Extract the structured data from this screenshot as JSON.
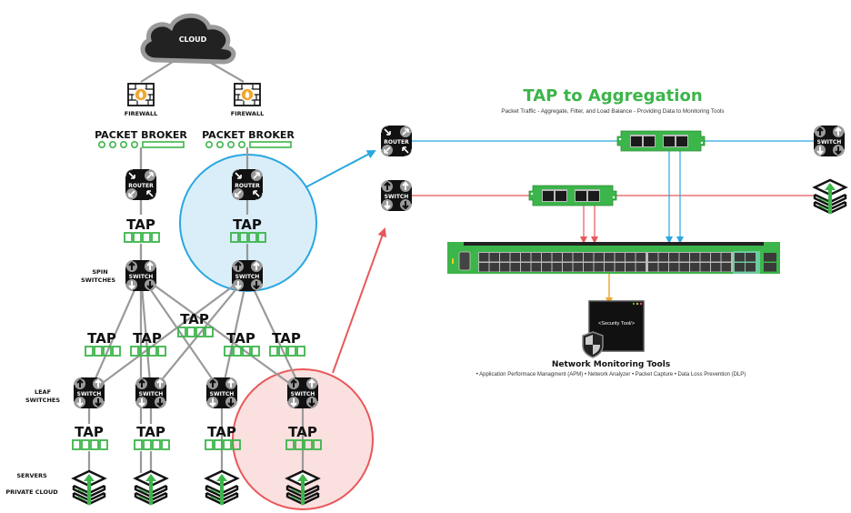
{
  "colors": {
    "green": "#3cb54a",
    "blue": "#2aa7e0",
    "red": "#e8585a",
    "orange": "#f0a830",
    "dark": "#111111",
    "gray": "#9a9a9a",
    "blue_fill": "#d9eef9",
    "red_fill": "#fbe0e0"
  },
  "left": {
    "cloud_label": "CLOUD",
    "firewalls": [
      {
        "label": "FIREWALL"
      },
      {
        "label": "FIREWALL"
      }
    ],
    "packet_brokers": [
      {
        "label": "PACKET BROKER"
      },
      {
        "label": "PACKET BROKER"
      }
    ],
    "routers": [
      {
        "label": "ROUTER"
      },
      {
        "label": "ROUTER"
      }
    ],
    "tap_label": "TAP",
    "switch_label": "SWITCH",
    "spin_switches_label": [
      "SPIN",
      "SWITCHES"
    ],
    "leaf_switches_label": [
      "LEAF",
      "SWITCHES"
    ],
    "servers_label": "SERVERS",
    "private_cloud_label": "PRIVATE CLOUD"
  },
  "right": {
    "title": "TAP to Aggregation",
    "subtitle": "Packet Traffic - Aggregate, Filter, and Load Balance - Providing Data to Monitoring Tools",
    "router_label": "ROUTER",
    "switch_label": "SWITCH",
    "security_tool_label": "<Security Tool/>",
    "tools_title": "Network Monitoring Tools",
    "tools_list": "• Application Performace Managment (APM) • Network Analyzer • Packet Capture • Data Loss Prevention (DLP)"
  }
}
